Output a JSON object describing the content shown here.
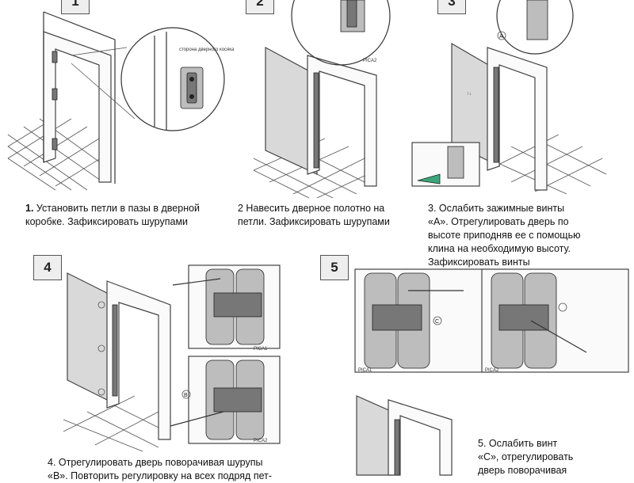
{
  "steps": [
    {
      "num": "1",
      "lines": [
        "Установить петли в пазы в дверной",
        "коробке. Зафиксировать шурупами"
      ]
    },
    {
      "num": "2",
      "lines": [
        "2  Навесить дверное полотно на",
        "петли. Зафиксировать шурупами"
      ]
    },
    {
      "num": "3",
      "lines": [
        "3. Ослабить зажимные винты",
        "«А». Отрегулировать дверь по",
        "высоте приподняв ее с помощью",
        "клина на необходимую высоту.",
        "Зафиксировать винты"
      ]
    },
    {
      "num": "4",
      "lines": [
        "4. Отрегулировать дверь поворачивая шурупы",
        "«В». Повторить регулировку на всех подряд пет-"
      ]
    },
    {
      "num": "5",
      "lines": [
        "5. Ослабить винт",
        "«С», отрегулировать",
        "дверь поворачивая"
      ]
    }
  ],
  "callouts": {
    "zoom_label": "сторона дверного косяка",
    "fig2_label": "PICA2",
    "fig4a_label": "PICA1",
    "fig4b_label": "PICA2",
    "fig5a_label": "PICA1",
    "fig5b_label": "PICA2",
    "marker_a": "A",
    "marker_b": "B",
    "marker_c": "C"
  }
}
